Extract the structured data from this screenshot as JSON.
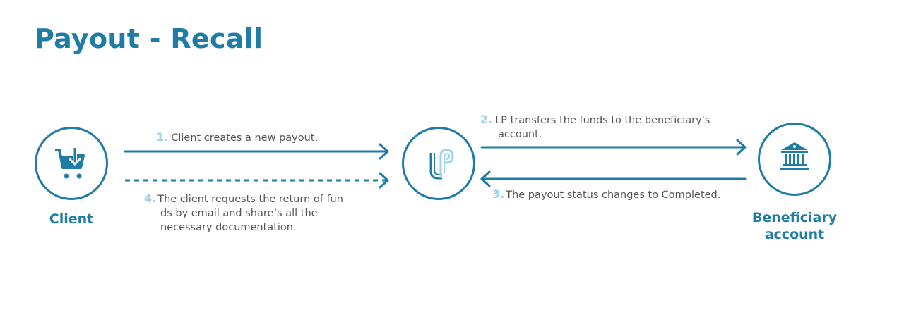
{
  "title": "Payout - Recall",
  "nodes": {
    "client": {
      "label": "Client",
      "icon": "shopping-cart-download-icon"
    },
    "lp": {
      "label": "LP",
      "icon": "lp-logo"
    },
    "beneficiary": {
      "label_line1": "Beneficiary",
      "label_line2": "account",
      "icon": "bank-icon"
    }
  },
  "steps": [
    {
      "num": "1.",
      "text": "Client creates a new payout."
    },
    {
      "num": "2.",
      "line1": "LP transfers the funds to the beneficiary's",
      "line2": "account."
    },
    {
      "num": "3.",
      "text": "The payout status changes to Completed."
    },
    {
      "num": "4.",
      "line1": "The client requests the return of fun",
      "line2": "ds by email and share’s all the",
      "line3": "necessary documentation."
    }
  ],
  "colors": {
    "primary": "#1f7ca5",
    "accent": "#9fd3ec",
    "text": "#555555"
  }
}
